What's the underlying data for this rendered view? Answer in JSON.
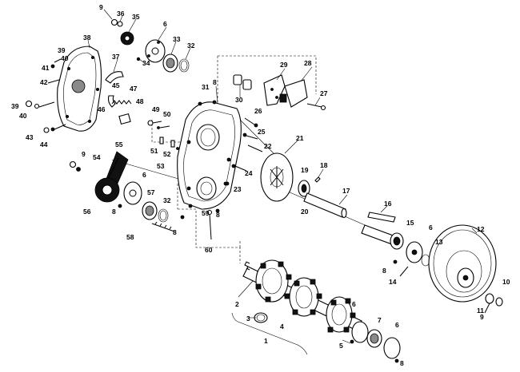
{
  "labels": [
    {
      "id": "c9a",
      "text": "9"
    },
    {
      "id": "c36",
      "text": "36"
    },
    {
      "id": "c35",
      "text": "35"
    },
    {
      "id": "c6a",
      "text": "6"
    },
    {
      "id": "c33",
      "text": "33"
    },
    {
      "id": "c32a",
      "text": "32"
    },
    {
      "id": "c38",
      "text": "38"
    },
    {
      "id": "c37",
      "text": "37"
    },
    {
      "id": "c34",
      "text": "34"
    },
    {
      "id": "c39a",
      "text": "39"
    },
    {
      "id": "c40a",
      "text": "40"
    },
    {
      "id": "c41",
      "text": "41"
    },
    {
      "id": "c42",
      "text": "42"
    },
    {
      "id": "c45",
      "text": "45"
    },
    {
      "id": "c47",
      "text": "47"
    },
    {
      "id": "c46a",
      "text": "46"
    },
    {
      "id": "c48",
      "text": "48"
    },
    {
      "id": "c39b",
      "text": "39"
    },
    {
      "id": "c40b",
      "text": "40"
    },
    {
      "id": "c43",
      "text": "43"
    },
    {
      "id": "c44",
      "text": "44"
    },
    {
      "id": "c31",
      "text": "31"
    },
    {
      "id": "c8a",
      "text": "8"
    },
    {
      "id": "c30",
      "text": "30"
    },
    {
      "id": "c29",
      "text": "29"
    },
    {
      "id": "c28",
      "text": "28"
    },
    {
      "id": "c27",
      "text": "27"
    },
    {
      "id": "c26",
      "text": "26"
    },
    {
      "id": "c25",
      "text": "25"
    },
    {
      "id": "c49",
      "text": "49"
    },
    {
      "id": "c50",
      "text": "50"
    },
    {
      "id": "c51",
      "text": "51"
    },
    {
      "id": "c52",
      "text": "52"
    },
    {
      "id": "c53",
      "text": "53"
    },
    {
      "id": "c22",
      "text": "22"
    },
    {
      "id": "c21",
      "text": "21"
    },
    {
      "id": "c24",
      "text": "24"
    },
    {
      "id": "c23",
      "text": "23"
    },
    {
      "id": "c19",
      "text": "19"
    },
    {
      "id": "c18",
      "text": "18"
    },
    {
      "id": "c20",
      "text": "20"
    },
    {
      "id": "c17",
      "text": "17"
    },
    {
      "id": "c9b",
      "text": "9"
    },
    {
      "id": "c54",
      "text": "54"
    },
    {
      "id": "c55",
      "text": "55"
    },
    {
      "id": "c6b",
      "text": "6"
    },
    {
      "id": "c57",
      "text": "57"
    },
    {
      "id": "c32b",
      "text": "32"
    },
    {
      "id": "c56",
      "text": "56"
    },
    {
      "id": "c8b",
      "text": "8"
    },
    {
      "id": "c59",
      "text": "59"
    },
    {
      "id": "c8c",
      "text": "8"
    },
    {
      "id": "c58",
      "text": "58"
    },
    {
      "id": "c8d",
      "text": "8"
    },
    {
      "id": "c60",
      "text": "60"
    },
    {
      "id": "c16",
      "text": "16"
    },
    {
      "id": "c15",
      "text": "15"
    },
    {
      "id": "c6c",
      "text": "6"
    },
    {
      "id": "c13",
      "text": "13"
    },
    {
      "id": "c12",
      "text": "12"
    },
    {
      "id": "c8e",
      "text": "8"
    },
    {
      "id": "c14",
      "text": "14"
    },
    {
      "id": "c10",
      "text": "10"
    },
    {
      "id": "c11",
      "text": "11"
    },
    {
      "id": "c9c",
      "text": "9"
    },
    {
      "id": "c2",
      "text": "2"
    },
    {
      "id": "c3",
      "text": "3"
    },
    {
      "id": "c4",
      "text": "4"
    },
    {
      "id": "c5",
      "text": "5"
    },
    {
      "id": "c6d",
      "text": "6"
    },
    {
      "id": "c7",
      "text": "7"
    },
    {
      "id": "c6e",
      "text": "6"
    },
    {
      "id": "c8f",
      "text": "8"
    },
    {
      "id": "c1",
      "text": "1"
    }
  ]
}
